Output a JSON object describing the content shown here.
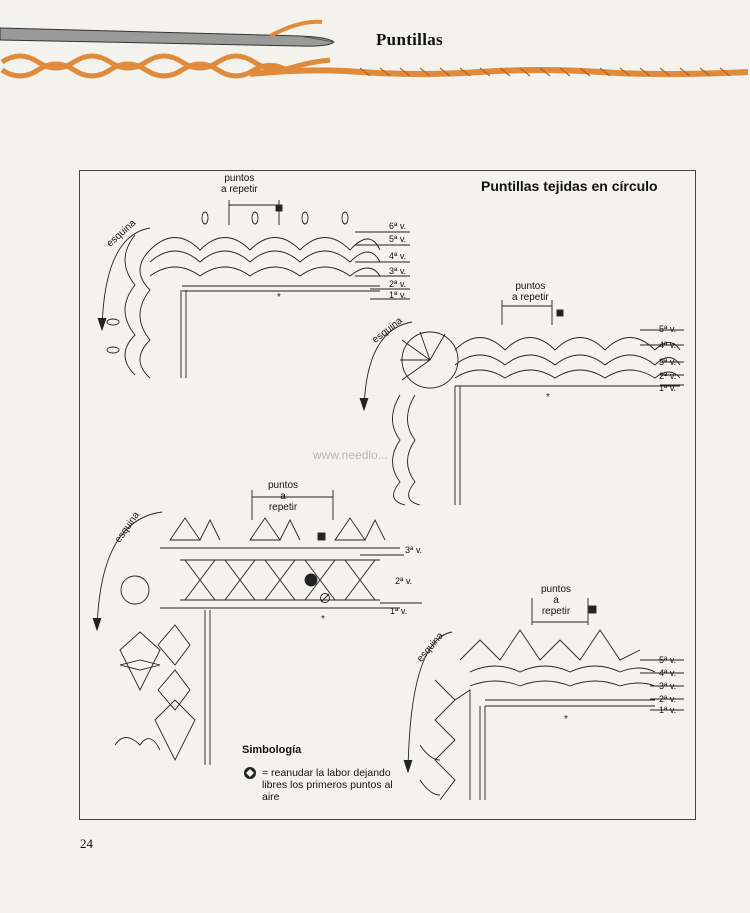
{
  "header": {
    "title": "Puntillas"
  },
  "frame_title": "Puntillas tejidas en círculo",
  "page_number": "24",
  "watermark": "www.needlo...",
  "diagrams": {
    "d1": {
      "corner": "esquina",
      "repeat": "puntos\na repetir",
      "rows": [
        "6ª v.",
        "5ª v.",
        "4ª v.",
        "3ª v.",
        "2ª v.",
        "1ª v."
      ]
    },
    "d2": {
      "corner": "esquina",
      "repeat": "puntos\na repetir",
      "rows": [
        "5ª v.",
        "4ª v.",
        "3ª v.",
        "2ª v.",
        "1ª v."
      ]
    },
    "d3": {
      "corner": "esquina",
      "repeat": "puntos\na\nrepetir",
      "rows": [
        "3ª v.",
        "2ª v.",
        "1ª v."
      ]
    },
    "d4": {
      "corner": "esquina",
      "repeat": "puntos\na\nrepetir",
      "rows": [
        "5ª v.",
        "4ª v.",
        "3ª v.",
        "2ª v.",
        "1ª v."
      ]
    }
  },
  "legend": {
    "title": "Simbología",
    "text": "= reanudar la labor dejando libres los primeros puntos al aire"
  },
  "colors": {
    "yarn": "#e08a3c",
    "hook": "#8a8a8a",
    "ink": "#222222",
    "paper": "#f4f2ec"
  }
}
